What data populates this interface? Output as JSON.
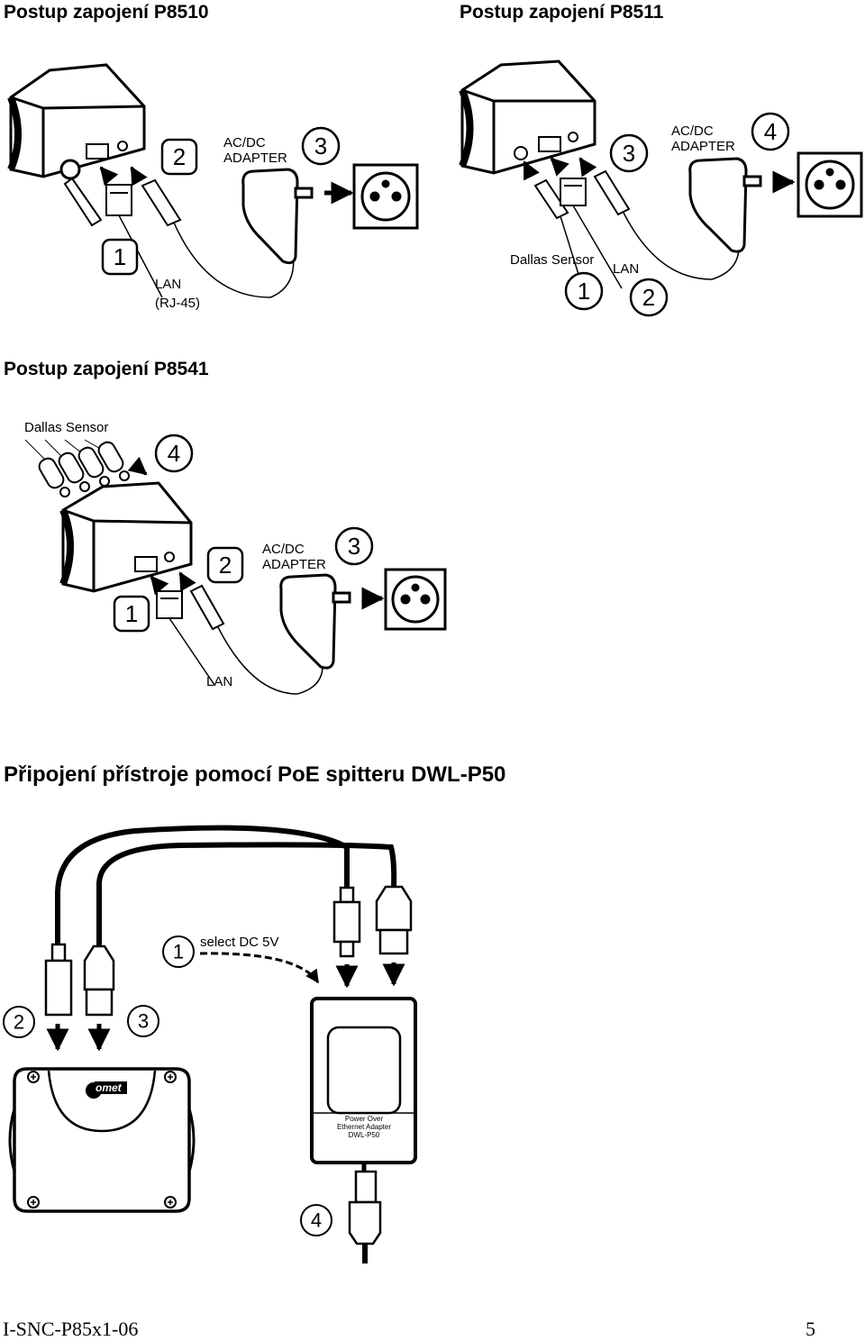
{
  "headings": {
    "p8510": "Postup zapojení P8510",
    "p8511": "Postup zapojení P8511",
    "p8541": "Postup zapojení P8541",
    "poe": "Připojení přístroje pomocí PoE spitteru DWL-P50"
  },
  "p8510": {
    "adapter_line1": "AC/DC",
    "adapter_line2": "ADAPTER",
    "lan_line1": "LAN",
    "lan_line2": "(RJ-45)",
    "steps": [
      "1",
      "2",
      "3"
    ]
  },
  "p8511": {
    "adapter_line1": "AC/DC",
    "adapter_line2": "ADAPTER",
    "dallas": "Dallas Sensor",
    "lan": "LAN",
    "steps": [
      "1",
      "2",
      "3",
      "4"
    ]
  },
  "p8541": {
    "dallas": "Dallas Sensor",
    "adapter_line1": "AC/DC",
    "adapter_line2": "ADAPTER",
    "lan": "LAN",
    "steps": [
      "1",
      "2",
      "3",
      "4"
    ]
  },
  "poe": {
    "select_dc": "select DC 5V",
    "logo": "omet",
    "splitter_line1": "Power Over",
    "splitter_line2": "Ethernet Adapter",
    "splitter_line3": "DWL-P50",
    "steps": [
      "1",
      "2",
      "3",
      "4"
    ]
  },
  "footer": {
    "doc_id": "I-SNC-P85x1-06",
    "page": "5"
  }
}
